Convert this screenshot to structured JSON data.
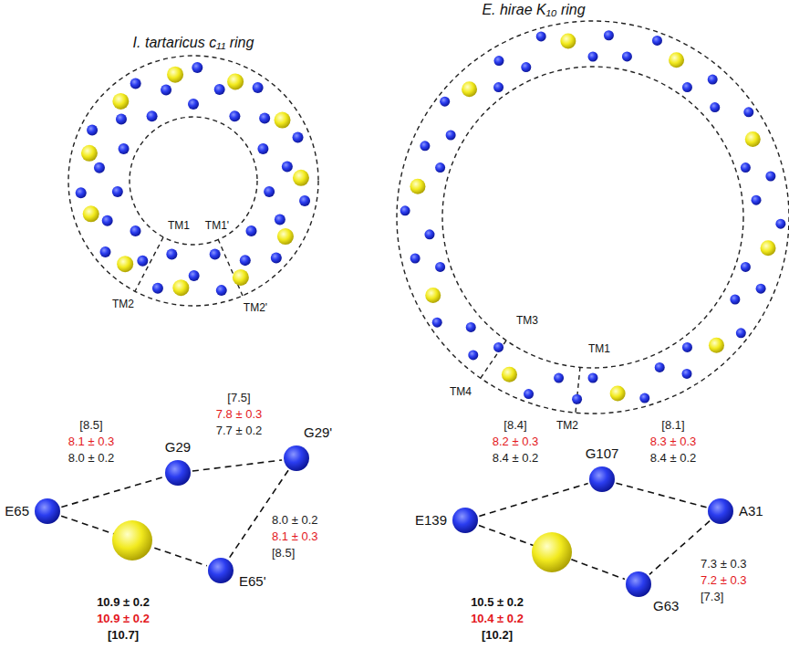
{
  "diagram": {
    "nodes": [
      {
        "text": [
          "E65"
        ]
      },
      {
        "text": [
          "G29"
        ]
      },
      {
        "text": [
          "G29'"
        ]
      },
      {
        "text": [
          "E65'"
        ]
      },
      {
        "text": [
          "E139"
        ]
      },
      {
        "text": [
          "G107"
        ]
      },
      {
        "text": [
          "A31"
        ]
      },
      {
        "text": [
          "G63"
        ]
      }
    ],
    "edges": [
      {
        "from": 0,
        "to": 1,
        "arrow": "none"
      },
      {
        "from": 1,
        "to": 2,
        "arrow": "none"
      },
      {
        "from": 2,
        "to": 3,
        "arrow": "none"
      },
      {
        "from": 0,
        "to": 3,
        "arrow": "none"
      },
      {
        "from": 4,
        "to": 5,
        "arrow": "none"
      },
      {
        "from": 5,
        "to": 6,
        "arrow": "none"
      },
      {
        "from": 6,
        "to": 7,
        "arrow": "none"
      },
      {
        "from": 4,
        "to": 7,
        "arrow": "none"
      }
    ],
    "labels": [
      "I. tartaricus c₁₁ ring",
      "E. hirae K₁₀ ring",
      "TM1",
      "TM1'",
      "TM2",
      "TM2'",
      "TM3",
      "TM1",
      "TM4",
      "TM2",
      "[8.5]",
      "8.1 ± 0.3",
      "8.0 ± 0.2",
      "[7.5]",
      "7.8 ± 0.3",
      "7.7 ± 0.2",
      "8.0 ± 0.2",
      "8.1 ± 0.3",
      "[8.5]",
      "10.9 ± 0.2",
      "10.9 ± 0.2",
      "[10.7]",
      "[8.4]",
      "8.2 ± 0.3",
      "8.4 ± 0.2",
      "[8.1]",
      "8.3 ± 0.3",
      "8.4 ± 0.2",
      "7.3 ± 0.3",
      "7.2 ± 0.3",
      "[7.3]",
      "10.5 ± 0.2",
      "10.4 ± 0.2",
      "[10.2]"
    ]
  }
}
